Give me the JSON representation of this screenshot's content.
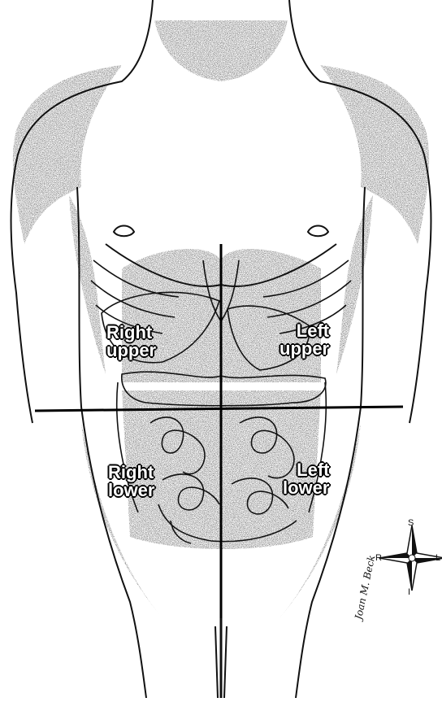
{
  "quadrants": {
    "right_upper": {
      "line1": "Right",
      "line2": "upper"
    },
    "left_upper": {
      "line1": "Left",
      "line2": "upper"
    },
    "right_lower": {
      "line1": "Right",
      "line2": "lower"
    },
    "left_lower": {
      "line1": "Left",
      "line2": "lower"
    }
  },
  "compass": {
    "superior": "S",
    "inferior": "I",
    "right": "R",
    "left": "L"
  },
  "signature": "Joan M. Beck",
  "colors": {
    "ink": "#111111",
    "paper": "#ffffff",
    "divider": "#000000"
  }
}
